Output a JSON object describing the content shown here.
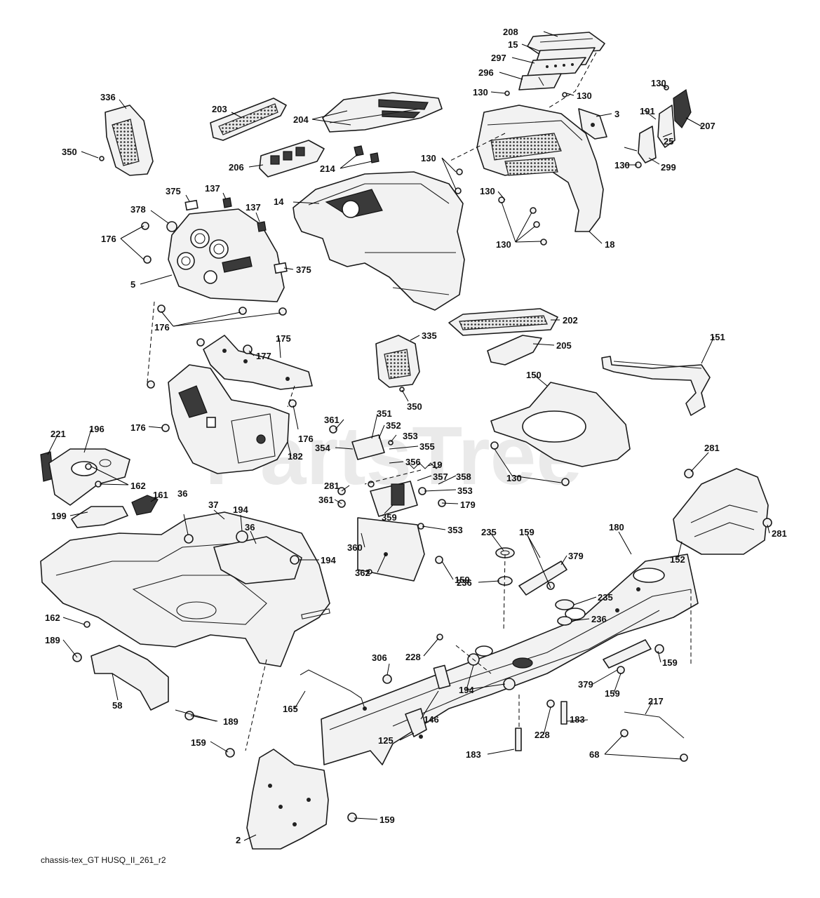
{
  "watermark": {
    "text": "PartsTree",
    "tm": "TM"
  },
  "caption": "chassis-tex_GT HUSQ_II_261_r2",
  "labels": {
    "l208": "208",
    "l15": "15",
    "l297": "297",
    "l296": "296",
    "l130a": "130",
    "l130b": "130",
    "l336": "336",
    "l203": "203",
    "l204": "204",
    "l3": "3",
    "l130c": "130",
    "l191": "191",
    "l207": "207",
    "l25": "25",
    "l350a": "350",
    "l130d": "130",
    "l130e": "130",
    "l299": "299",
    "l206": "206",
    "l214": "214",
    "l130f": "130",
    "l375a": "375",
    "l137a": "137",
    "l378": "378",
    "l137b": "137",
    "l14": "14",
    "l130g": "130",
    "l18": "18",
    "l176a": "176",
    "l375b": "375",
    "l5": "5",
    "l176b": "176",
    "l202": "202",
    "l175": "175",
    "l177": "177",
    "l335": "335",
    "l205": "205",
    "l151": "151",
    "l150": "150",
    "l350b": "350",
    "l351": "351",
    "l361a": "361",
    "l352": "352",
    "l176c": "176",
    "l176d": "176",
    "l221": "221",
    "l196": "196",
    "l353a": "353",
    "l354": "354",
    "l355": "355",
    "l182": "182",
    "l356": "356",
    "l19": "19",
    "l281a": "281",
    "l357": "357",
    "l358": "358",
    "l353b": "353",
    "l130h": "130",
    "l162a": "162",
    "l281b": "281",
    "l361b": "361",
    "l179": "179",
    "l161": "161",
    "l36a": "36",
    "l37": "37",
    "l194a": "194",
    "l359": "359",
    "l36b": "36",
    "l353c": "353",
    "l199": "199",
    "l235a": "235",
    "l180": "180",
    "l194b": "194",
    "l159a": "159",
    "l379a": "379",
    "l360": "360",
    "l159b": "159",
    "l362": "362",
    "l236a": "236",
    "l152": "152",
    "l281c": "281",
    "l235b": "235",
    "l236b": "236",
    "l162b": "162",
    "l189a": "189",
    "l228a": "228",
    "l306": "306",
    "l159c": "159",
    "l194c": "194",
    "l379b": "379",
    "l159d": "159",
    "l217": "217",
    "l58": "58",
    "l165": "165",
    "l146": "146",
    "l189b": "189",
    "l183a": "183",
    "l228b": "228",
    "l125": "125",
    "l159e": "159",
    "l183b": "183",
    "l68": "68",
    "l159f": "159",
    "l2": "2"
  }
}
